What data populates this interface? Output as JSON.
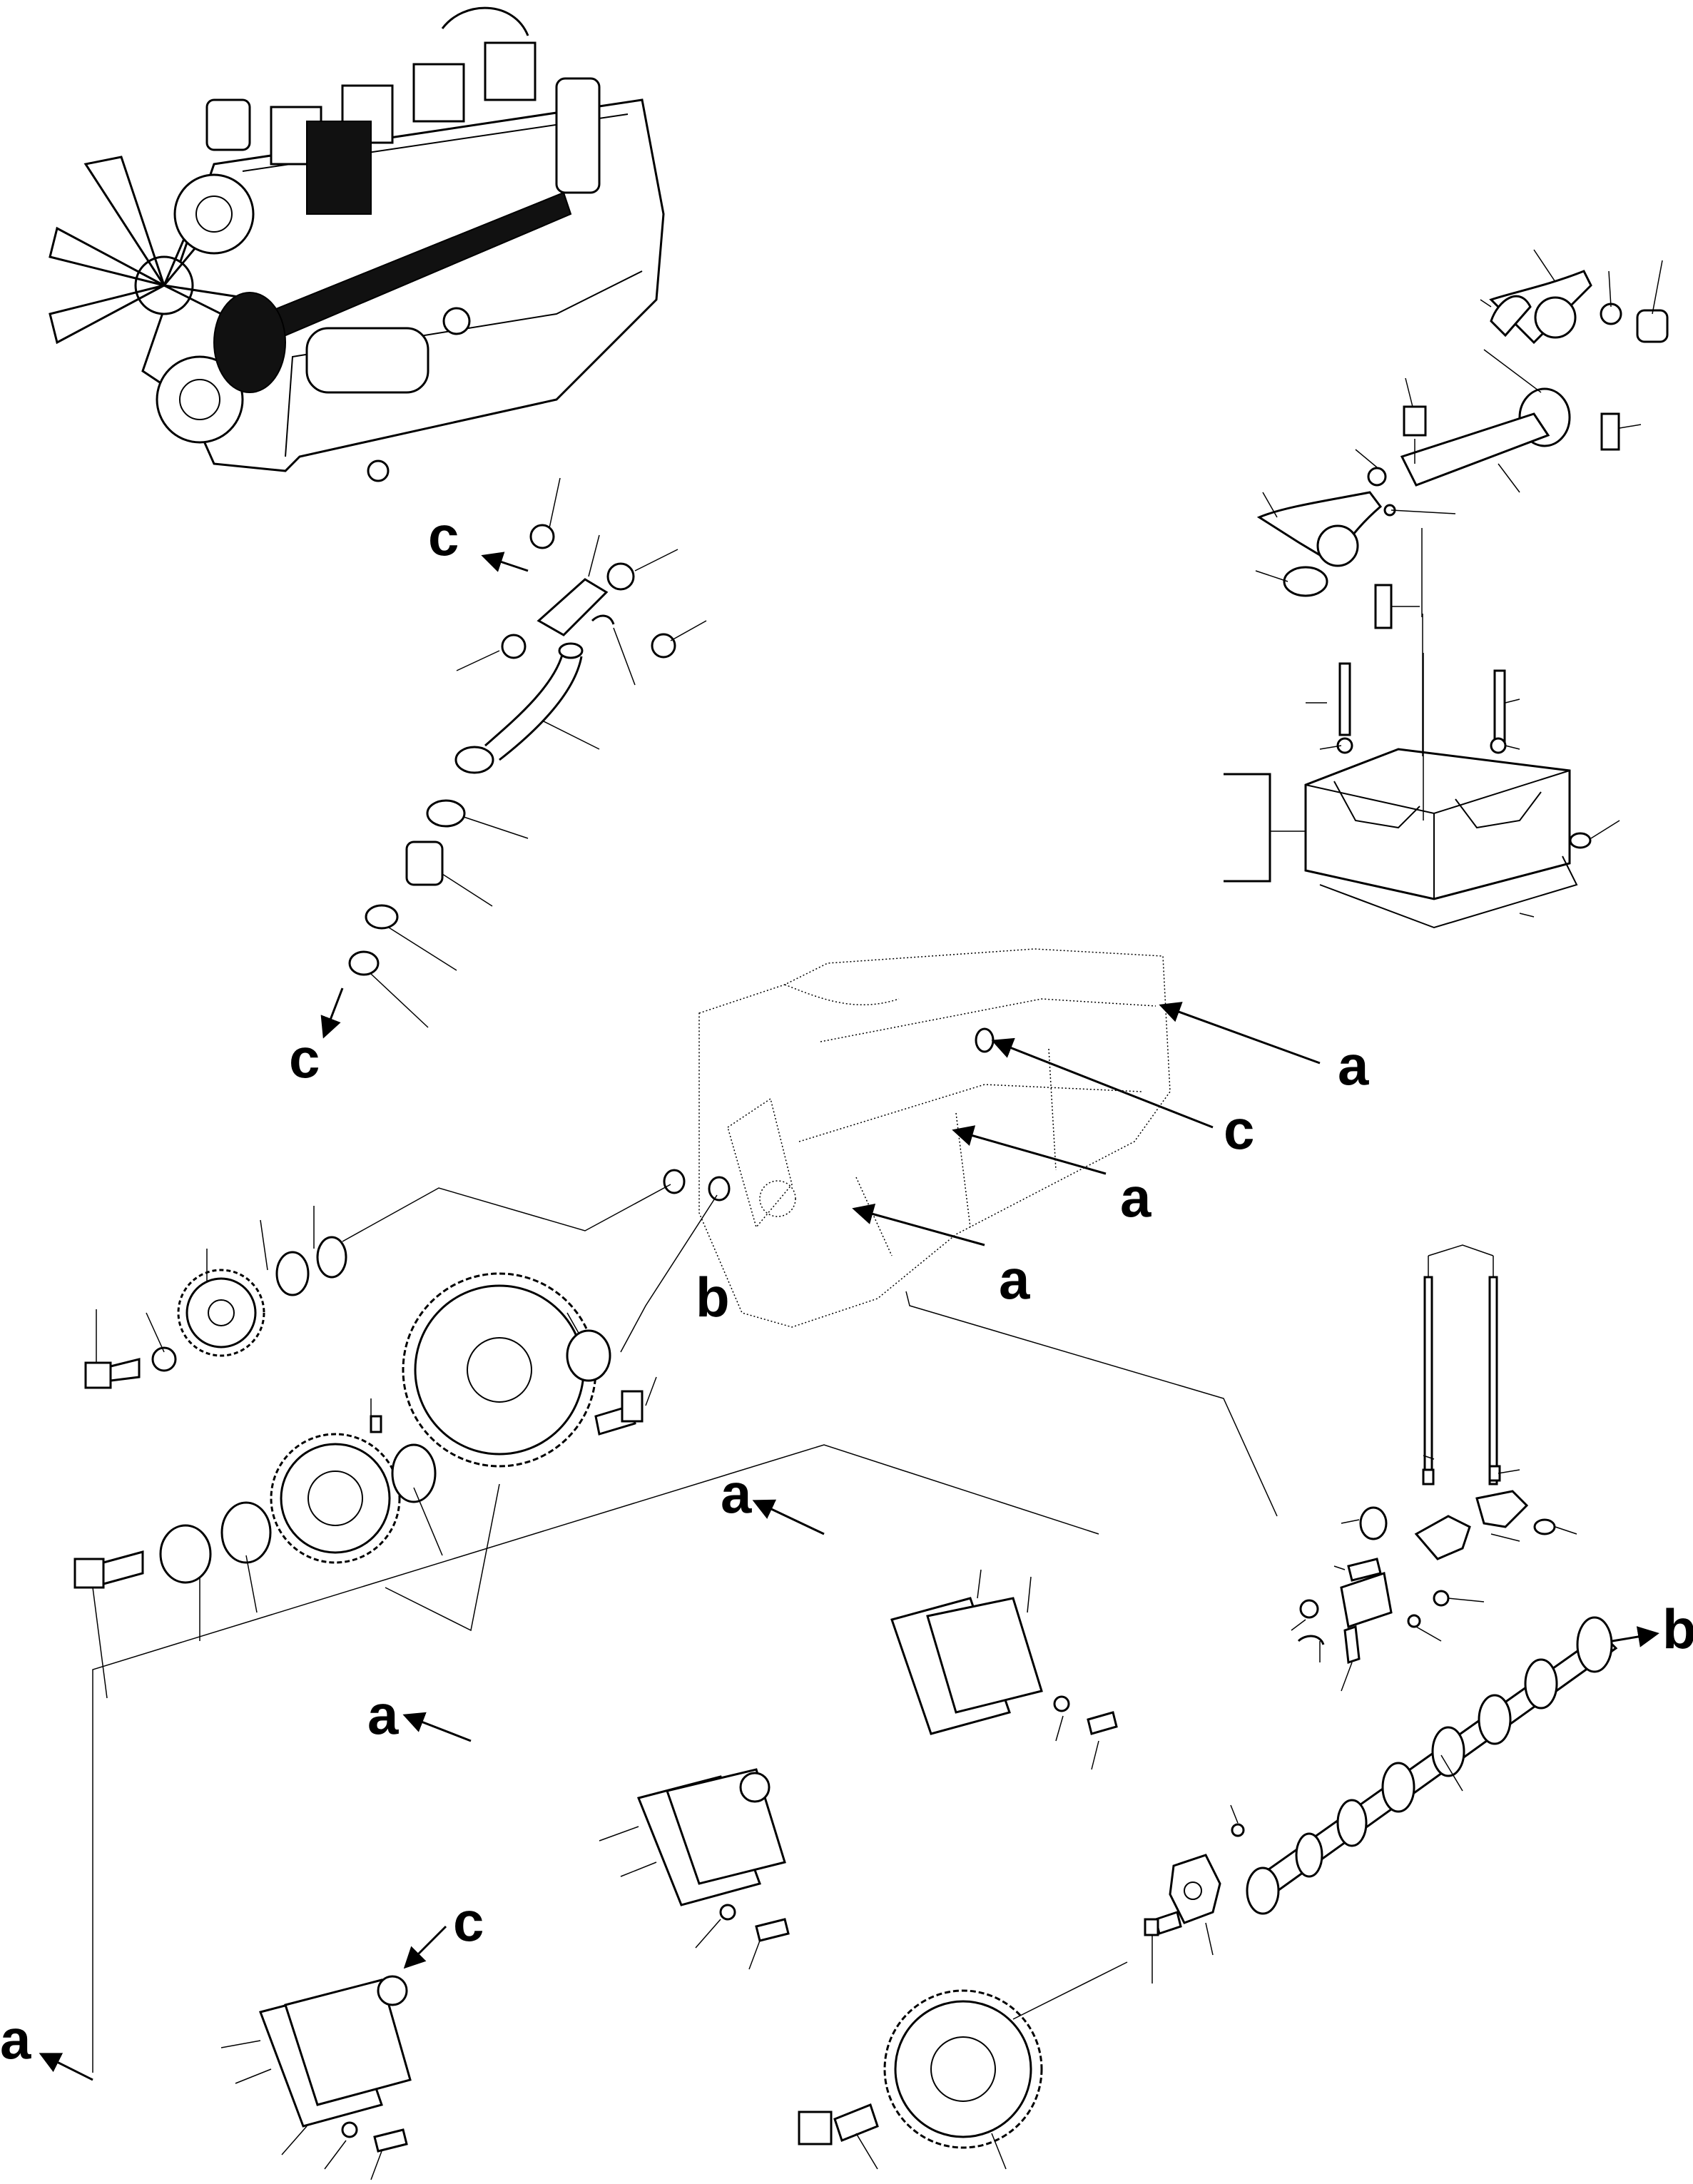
{
  "reference_letters": {
    "c_top": "c",
    "c_hose_bottom": "c",
    "a_block_top": "a",
    "c_block": "c",
    "a_block_mid": "a",
    "a_block_low": "a",
    "b_block": "b",
    "a_cover_upper": "a",
    "a_cover_mid": "a",
    "a_cover_left": "a",
    "c_cover": "c",
    "b_camshaft": "b"
  }
}
